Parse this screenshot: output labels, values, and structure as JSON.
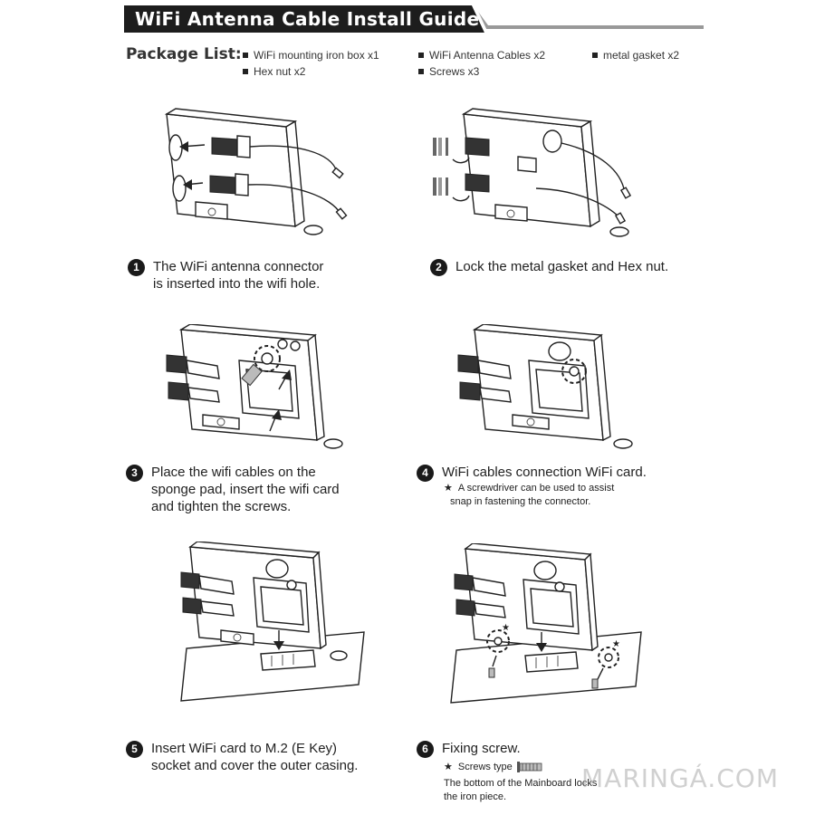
{
  "header": {
    "title": "WiFi Antenna Cable Install Guide"
  },
  "package": {
    "label": "Package List:",
    "items": [
      "WiFi mounting iron box x1",
      "Hex nut x2",
      "WiFi Antenna Cables x2",
      "Screws x3",
      "metal gasket x2"
    ]
  },
  "steps": [
    {
      "number": "1",
      "lines": [
        "The WiFi antenna connector",
        "is inserted into the wifi hole."
      ]
    },
    {
      "number": "2",
      "lines": [
        "Lock the metal gasket and Hex nut."
      ]
    },
    {
      "number": "3",
      "lines": [
        "Place the wifi cables on the",
        "sponge pad, insert the wifi card",
        "and tighten the screws."
      ]
    },
    {
      "number": "4",
      "lines": [
        "WiFi cables connection WiFi card."
      ],
      "note": [
        "A screwdriver can be used to assist",
        "snap in fastening the connector."
      ]
    },
    {
      "number": "5",
      "lines": [
        "Insert WiFi card to M.2 (E Key)",
        "socket and cover the outer casing."
      ]
    },
    {
      "number": "6",
      "lines": [
        "Fixing screw."
      ],
      "note": [
        "Screws type",
        "The bottom of the Mainboard locks",
        "the iron piece."
      ]
    }
  ],
  "icons": {
    "star": "star-icon",
    "arrow": "arrow-icon",
    "screw": "screw-icon"
  },
  "watermark": "MARINGÁ.COM"
}
